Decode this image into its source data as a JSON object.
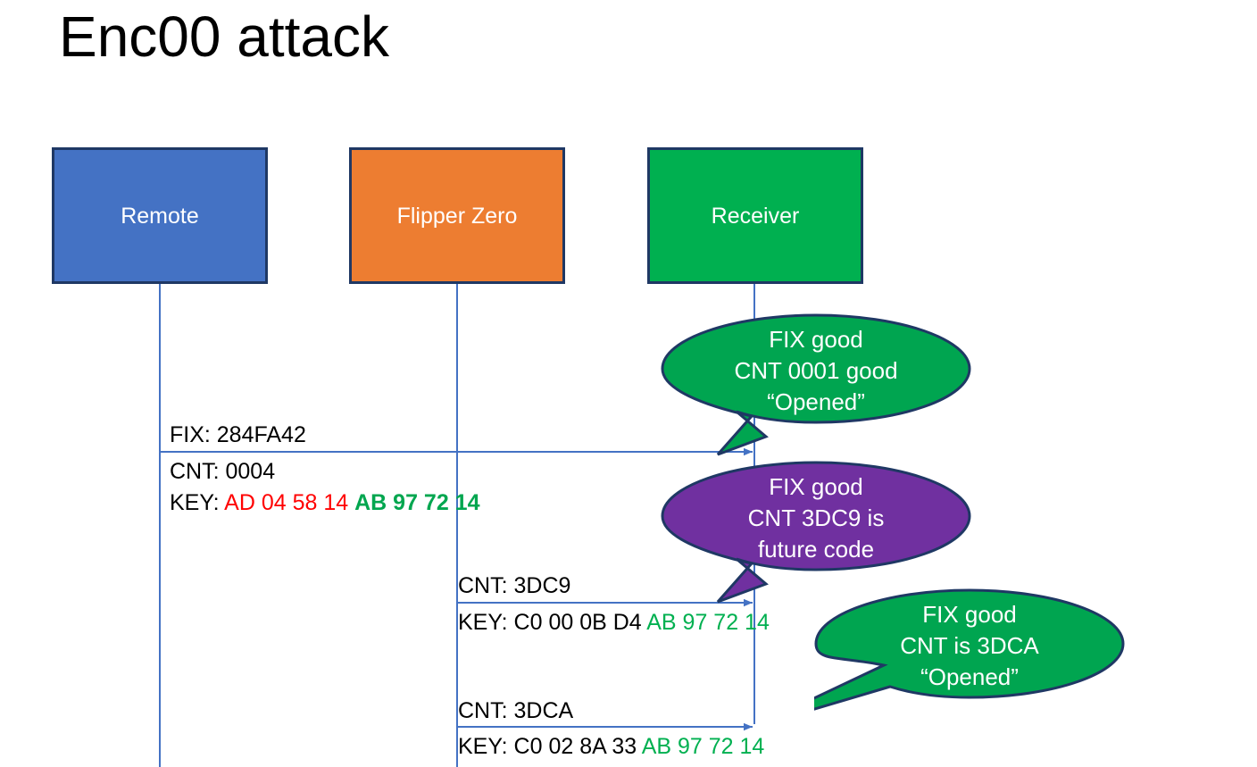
{
  "slide": {
    "title": "Enc00 attack",
    "background": "#ffffff"
  },
  "colors": {
    "remote_blue": "#4472C4",
    "flipper_orange": "#ED7D31",
    "receiver_green": "#00B050",
    "callout_purple": "#7030A0",
    "box_border": "#1F3864",
    "arrow_blue": "#4472C4",
    "hex_red": "#FF0000",
    "hex_green": "#00B050"
  },
  "actors": [
    {
      "id": "remote",
      "label": "Remote",
      "color": "#4472C4"
    },
    {
      "id": "flipper",
      "label": "Flipper Zero",
      "color": "#ED7D31"
    },
    {
      "id": "receiver",
      "label": "Receiver",
      "color": "#00B050"
    }
  ],
  "messages": [
    {
      "id": "msg1",
      "from": "remote",
      "to": "receiver",
      "fix_line": "FIX: 284FA42",
      "cnt_line": "CNT: 0004",
      "key_label": "KEY: ",
      "key_part_red": "AD 04 58 14",
      "key_part_green": "AB 97 72 14"
    },
    {
      "id": "msg2",
      "from": "flipper",
      "to": "receiver",
      "cnt_line": "CNT: 3DC9",
      "key_label": "KEY: C0 00 0B D4 ",
      "key_part_green": "AB 97 72 14"
    },
    {
      "id": "msg3",
      "from": "flipper",
      "to": "receiver",
      "cnt_line": "CNT: 3DCA",
      "key_label": "KEY: C0 02 8A 33 ",
      "key_part_green": "AB 97 72 14"
    }
  ],
  "callouts": [
    {
      "id": "callout1",
      "color": "#00A550",
      "line1": "FIX good",
      "line2": "CNT 0001 good",
      "line3": "“Opened”"
    },
    {
      "id": "callout2",
      "color": "#7030A0",
      "line1": "FIX good",
      "line2": "CNT 3DC9 is",
      "line3": "future code"
    },
    {
      "id": "callout3",
      "color": "#00A550",
      "line1": "FIX good",
      "line2": "CNT is 3DCA",
      "line3": "“Opened”"
    }
  ]
}
